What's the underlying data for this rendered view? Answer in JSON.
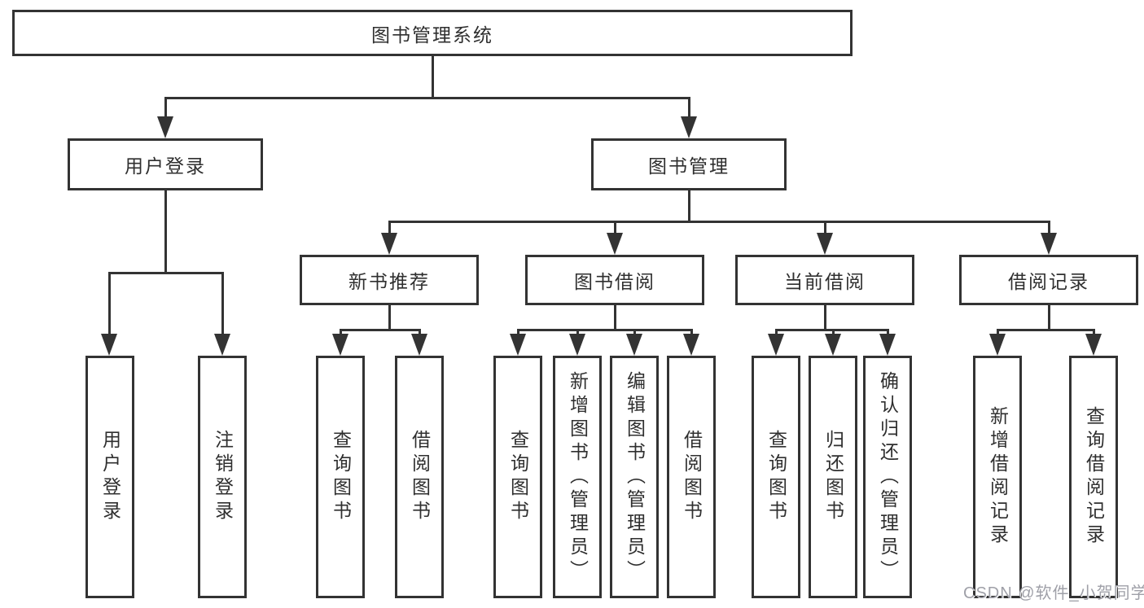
{
  "diagram": {
    "root": {
      "label": "图书管理系统"
    },
    "level2": {
      "user_login": {
        "label": "用户登录"
      },
      "book_mgmt": {
        "label": "图书管理"
      }
    },
    "level3": {
      "new_book_rec": {
        "label": "新书推荐"
      },
      "book_borrow": {
        "label": "图书借阅"
      },
      "current_borrow": {
        "label": "当前借阅"
      },
      "borrow_records": {
        "label": "借阅记录"
      }
    },
    "leaves": {
      "user_login_leaf": {
        "label": "用户登录"
      },
      "logout_leaf": {
        "label": "注销登录"
      },
      "rec_query_books": {
        "label": "查询图书"
      },
      "rec_borrow_books": {
        "label": "借阅图书"
      },
      "bb_query_books": {
        "label": "查询图书"
      },
      "bb_add_book": {
        "label": "新增图书（管理员）"
      },
      "bb_edit_book": {
        "label": "编辑图书（管理员）"
      },
      "bb_borrow_books": {
        "label": "借阅图书"
      },
      "cb_query_books": {
        "label": "查询图书"
      },
      "cb_return_book": {
        "label": "归还图书"
      },
      "cb_confirm_return": {
        "label": "确认归还（管理员）"
      },
      "br_add_record": {
        "label": "新增借阅记录"
      },
      "br_query_record": {
        "label": "查询借阅记录"
      }
    }
  },
  "watermark": {
    "text": "CSDN @软件_小贺同学"
  },
  "colors": {
    "line": "#333333",
    "text": "#2f2f2f",
    "background": "#ffffff",
    "watermark": "#9fa0a8"
  }
}
